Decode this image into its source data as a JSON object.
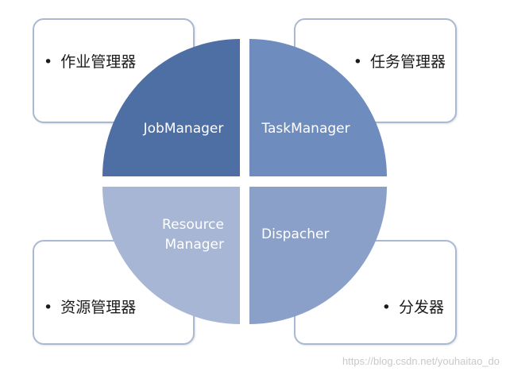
{
  "notes": {
    "top_left": "作业管理器",
    "top_right": "任务管理器",
    "bottom_left": "资源管理器",
    "bottom_right": "分发器"
  },
  "bullet": "•",
  "quadrants": {
    "top_left": {
      "label": "JobManager",
      "color": "#4e6fa4"
    },
    "top_right": {
      "label": "TaskManager",
      "color": "#6e8cbd"
    },
    "bottom_left": {
      "line1": "Resource",
      "line2": "Manager",
      "color": "#a7b6d4"
    },
    "bottom_right": {
      "label": "Dispacher",
      "color": "#8aa0c9"
    }
  },
  "watermark": "https://blog.csdn.net/youhaitao_do"
}
